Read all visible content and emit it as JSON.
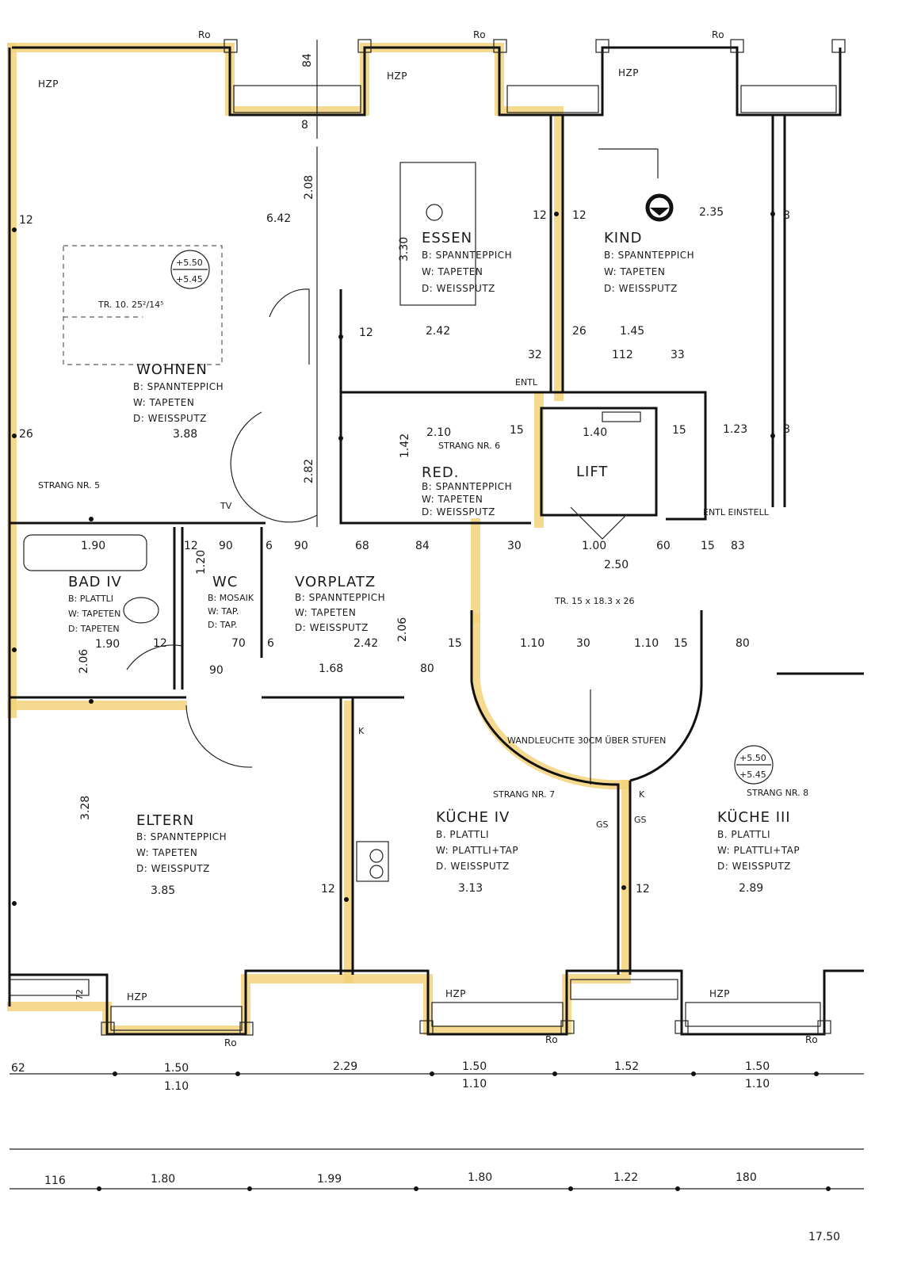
{
  "rooms": {
    "wohnen": {
      "name": "WOHNEN",
      "floor": "B: SPANNTEPPICH",
      "wall": "W: TAPETEN",
      "ceiling": "D: WEISSPUTZ",
      "dim": "3.88"
    },
    "essen": {
      "name": "ESSEN",
      "floor": "B: SPANNTEPPICH",
      "wall": "W: TAPETEN",
      "ceiling": "D: WEISSPUTZ",
      "dim": "2.42"
    },
    "kind": {
      "name": "KIND",
      "floor": "B: SPANNTEPPICH",
      "wall": "W: TAPETEN",
      "ceiling": "D: WEISSPUTZ",
      "dim": "2.35"
    },
    "red": {
      "name": "RED.",
      "floor": "B: SPANNTEPPICH",
      "wall": "W: TAPETEN",
      "ceiling": "D: WEISSPUTZ",
      "dim": "2.10"
    },
    "lift": {
      "name": "LIFT",
      "dim": "1.40"
    },
    "bad": {
      "name": "BAD IV",
      "floor": "B: PLATTLI",
      "wall": "W: TAPETEN",
      "ceiling": "D: TAPETEN",
      "dim": "1.90"
    },
    "wc": {
      "name": "WC",
      "floor": "B: MOSAIK",
      "wall": "W: TAP.",
      "ceiling": "D: TAP.",
      "dim": "90"
    },
    "vorplatz": {
      "name": "VORPLATZ",
      "floor": "B: SPANNTEPPICH",
      "wall": "W: TAPETEN",
      "ceiling": "D: WEISSPUTZ",
      "dim": "2.42"
    },
    "eltern": {
      "name": "ELTERN",
      "floor": "B: SPANNTEPPICH",
      "wall": "W: TAPETEN",
      "ceiling": "D: WEISSPUTZ",
      "dim": "3.85"
    },
    "kueche4": {
      "name": "KÜCHE IV",
      "floor": "B. PLATTLI",
      "wall": "W: PLATTLI+TAP",
      "ceiling": "D. WEISSPUTZ",
      "dim": "3.13"
    },
    "kueche3": {
      "name": "KÜCHE III",
      "floor": "B. PLATTLI",
      "wall": "W: PLATTLI+TAP",
      "ceiling": "D: WEISSPUTZ",
      "dim": "2.89"
    }
  },
  "annotations": {
    "hzp": "HZP",
    "ro": "Ro",
    "strang5": "STRANG NR. 5",
    "strang6": "STRANG NR. 6",
    "strang7": "STRANG NR. 7",
    "strang8": "STRANG NR. 8",
    "entl": "ENTL",
    "entl_einstell": "ENTL EINSTELL",
    "stair1": "TR. 10. 25²/14⁵",
    "stair2": "TR. 15 x 18.3 x 26",
    "level1a": "+5.50",
    "level1b": "+5.45",
    "level2a": "+5.50",
    "level2b": "+5.45",
    "tv": "TV",
    "gs": "GS",
    "k": "K",
    "stair_note": "WANDLEUCHTE 30CM ÜBER STUFEN"
  },
  "dims": {
    "d84": "84",
    "d8": "8",
    "d208": "2.08",
    "d642": "6.42",
    "d330": "3.30",
    "d12": "12",
    "d26": "26",
    "d145": "1.45",
    "d112": "112",
    "d33": "33",
    "d32": "32",
    "d123": "1.23",
    "d15": "15",
    "d142": "1.42",
    "d282": "2.82",
    "d190": "1.90",
    "d120": "1.20",
    "d90": "90",
    "d68": "68",
    "d30": "30",
    "d100": "1.00",
    "d60": "60",
    "d83": "83",
    "d250": "2.50",
    "d206": "2.06",
    "d70": "70",
    "d6": "6",
    "d168": "1.68",
    "d80": "80",
    "d110": "1.10",
    "d150": "1.50",
    "d328": "3.28",
    "d72": "72",
    "bottom1": [
      "1.50",
      "2.29",
      "1.50",
      "1.52",
      "1.50"
    ],
    "bottom2": [
      "1.10",
      "1.10",
      "1.10"
    ],
    "bottom3": [
      "116",
      "1.80",
      "1.99",
      "1.80",
      "1.22",
      "180"
    ],
    "total": "17.50",
    "left62": "62"
  }
}
